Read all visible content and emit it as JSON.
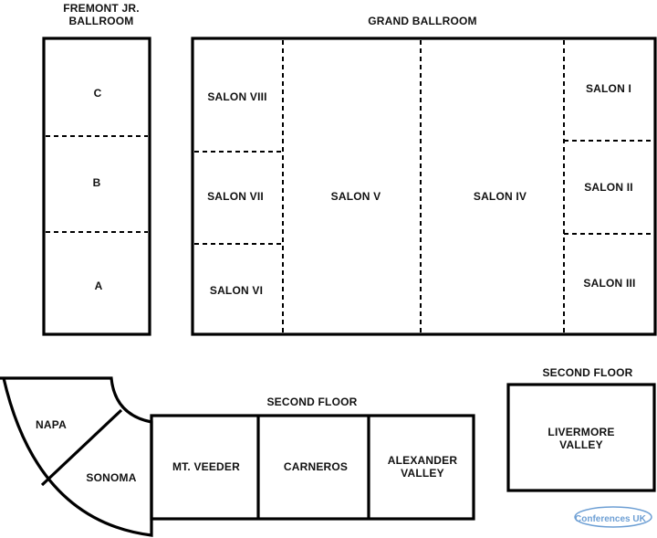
{
  "fremont": {
    "title_line1": "FREMONT JR.",
    "title_line2": "BALLROOM",
    "rooms": {
      "c": "C",
      "b": "B",
      "a": "A"
    }
  },
  "grand": {
    "title": "GRAND BALLROOM",
    "salons": {
      "viii": "SALON VIII",
      "vii": "SALON VII",
      "vi": "SALON VI",
      "v": "SALON V",
      "iv": "SALON IV",
      "i": "SALON I",
      "ii": "SALON II",
      "iii": "SALON III"
    }
  },
  "second_floor_main": {
    "title": "SECOND FLOOR",
    "napa": "NAPA",
    "sonoma": "SONOMA",
    "mt_veeder": "MT. VEEDER",
    "carneros": "CARNEROS",
    "alexander_line1": "ALEXANDER",
    "alexander_line2": "VALLEY"
  },
  "second_floor_right": {
    "title": "SECOND FLOOR",
    "livermore_line1": "LIVERMORE",
    "livermore_line2": "VALLEY"
  },
  "watermark": "Conferences UK",
  "colors": {
    "line": "#000000",
    "watermark": "#3d7fc6"
  }
}
